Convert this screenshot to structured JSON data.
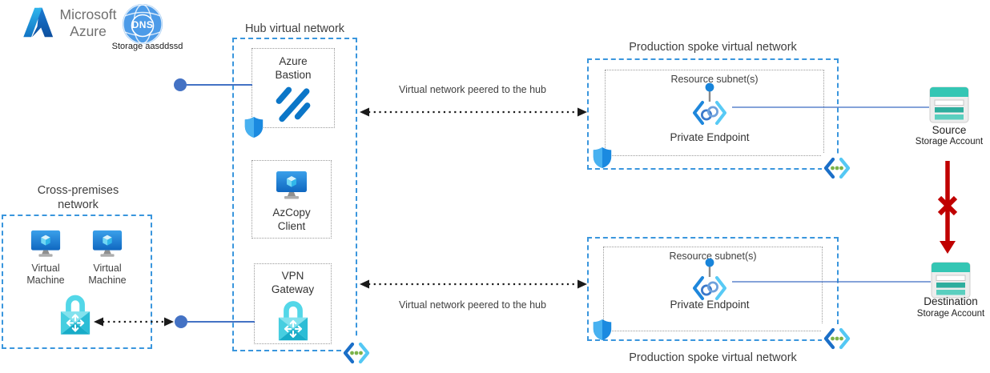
{
  "header": {
    "microsoft": "Microsoft",
    "azure": "Azure",
    "dns_badge": "DNS",
    "dns_caption": "Storage aasddssd"
  },
  "hub": {
    "title": "Hub virtual network",
    "bastion": "Azure Bastion",
    "azcopy": "AzCopy Client",
    "vpn": "VPN Gateway"
  },
  "cross_premises": {
    "title": "Cross-premises network",
    "vm1": "Virtual Machine",
    "vm2": "Virtual Machine"
  },
  "peering": {
    "top": "Virtual network peered to the hub",
    "bottom": "Virtual network peered to the hub"
  },
  "spoke_top": {
    "title": "Production spoke virtual network",
    "subnet": "Resource subnet(s)",
    "endpoint": "Private Endpoint"
  },
  "spoke_bottom": {
    "title": "Production spoke virtual network",
    "subnet": "Resource subnet(s)",
    "endpoint": "Private Endpoint"
  },
  "storage_source": {
    "name": "Source",
    "type": "Storage Account"
  },
  "storage_destination": {
    "name": "Destination",
    "type": "Storage Account"
  },
  "colors": {
    "dashed_border": "#3A96DD",
    "dotted_border": "#9A9A9A",
    "connector_blue": "#4472C4",
    "blocked_red": "#C00000",
    "storage_teal": "#34C6B4"
  }
}
